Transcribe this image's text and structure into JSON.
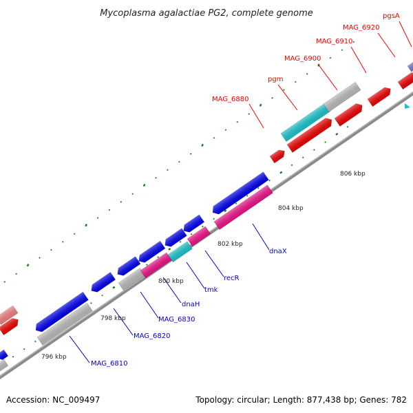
{
  "title": "Mycoplasma agalactiae PG2, complete genome",
  "footer": {
    "accession": "Accession: NC_009497",
    "stats": "Topology: circular; Length: 877,438 bp; Genes: 782"
  },
  "scale_labels": [
    "796 kbp",
    "798 kbp",
    "800 kbp",
    "802 kbp",
    "804 kbp",
    "806 kbp"
  ],
  "colors": {
    "backbone": "#777777",
    "tick": "#1a7a1a",
    "forward_gene": "#ee0000",
    "reverse_gene": "#0000ee",
    "rna_like": "#ee1188",
    "cyan_gene": "#19c4cc",
    "gray_gene": "#bbbbbb",
    "pseudo_pink": "#f08080",
    "violet": "#7777cc",
    "label_red": "#ee0000",
    "label_blue": "#0000cc"
  },
  "upper_labels": [
    "MAG_6880",
    "pgm",
    "MAG_6900",
    "MAG_6910",
    "MAG_6920",
    "pgsA"
  ],
  "lower_labels": [
    "MAG_6810",
    "MAG_6820",
    "MAG_6830",
    "dnaH",
    "tmk",
    "recR",
    "dnaX"
  ]
}
